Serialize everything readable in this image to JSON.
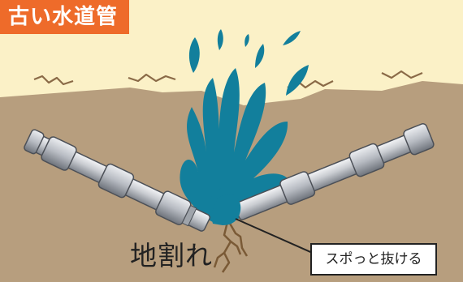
{
  "title": "古い水道管",
  "crack_label": "地割れ",
  "callout_label": "スポっと抜ける",
  "colors": {
    "background": "#fbf1c7",
    "soil": "#b79e7e",
    "water": "#127f9c",
    "pipe": "#c8ccd2",
    "title_badge": "#ee6b2a"
  }
}
